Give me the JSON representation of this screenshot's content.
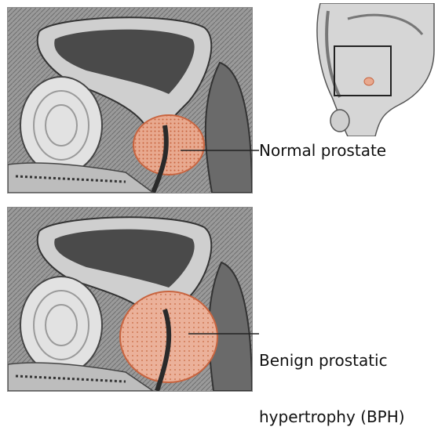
{
  "labels": {
    "normal": "Normal prostate",
    "bph_line1": "Benign prostatic",
    "bph_line2": "hypertrophy (BPH)"
  },
  "colors": {
    "background": "#ffffff",
    "tissue_dark": "#3a3a3a",
    "tissue_mid": "#8c8c8c",
    "tissue_light": "#d9d9d9",
    "prostate": "#e8a98f",
    "prostate_edge": "#c8643f",
    "leader_line": "#222222"
  },
  "icons": {
    "inset_figure": "body-cross-section-figure",
    "highlight_box": "zoom-region-box"
  }
}
